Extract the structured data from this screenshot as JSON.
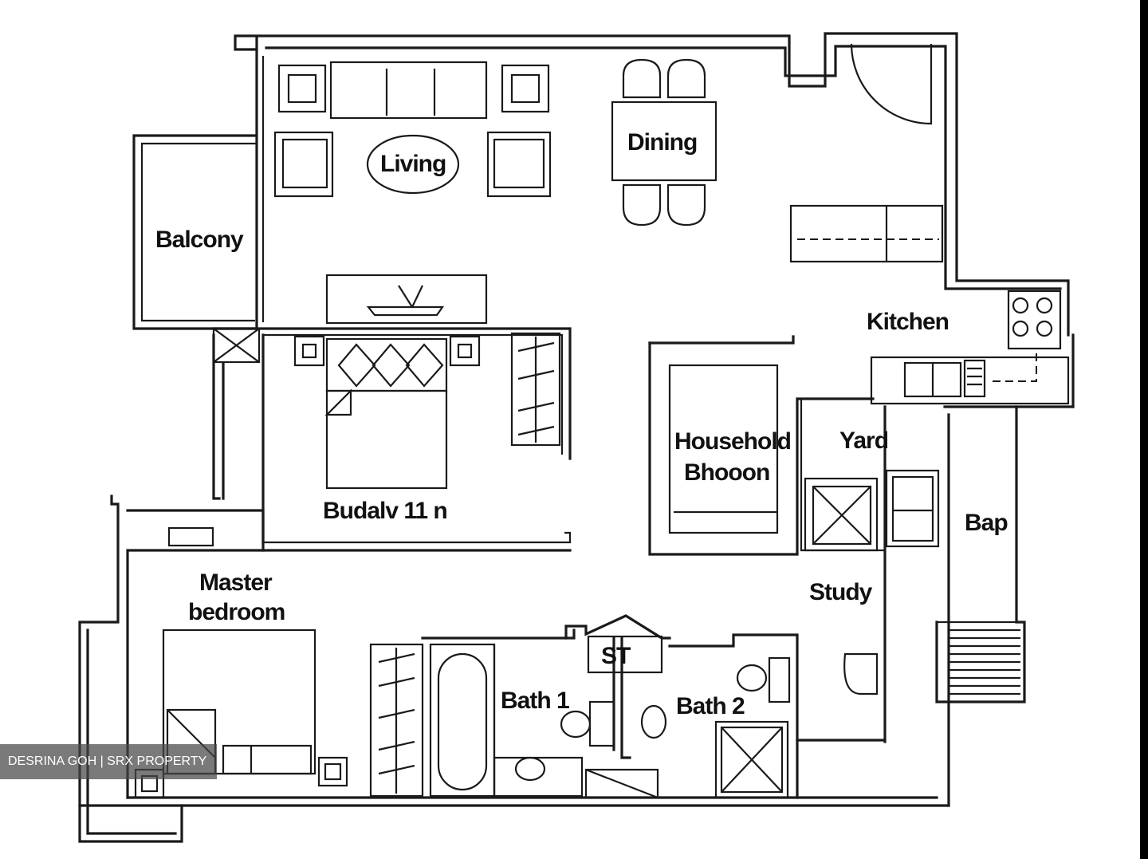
{
  "rooms": {
    "living": "Living",
    "dining": "Dining",
    "balcony": "Balcony",
    "kitchen": "Kitchen",
    "bedroom": "Budalv 11 n",
    "household_line1": "Household",
    "household_line2": "Bhooon",
    "yard": "Yard",
    "bay": "Bap",
    "master_line1": "Master",
    "master_line2": "bedroom",
    "study": "Study",
    "store": "ST",
    "bath1": "Bath 1",
    "bath2": "Bath 2"
  },
  "watermark": "DESRINA GOH | SRX PROPERTY",
  "colors": {
    "line": "#1a1a1a",
    "background": "#ffffff",
    "watermark_bg": "#464646"
  }
}
